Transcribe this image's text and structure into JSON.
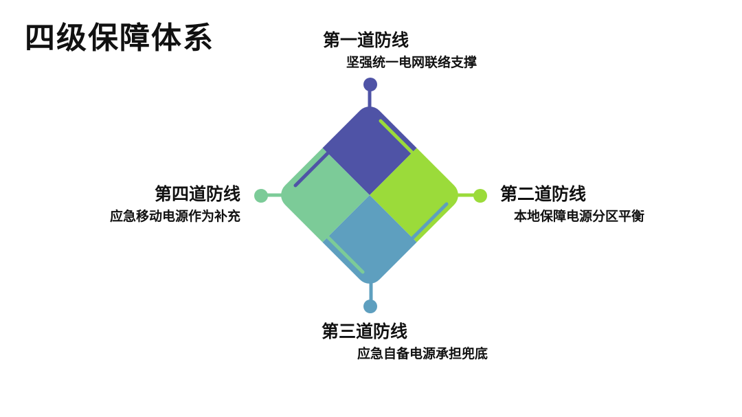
{
  "page": {
    "title": "四级保障体系"
  },
  "defense_lines": [
    {
      "title": "第一道防线",
      "subtitle": "坚强统一电网联络支撑",
      "color": "#4f53a6"
    },
    {
      "title": "第二道防线",
      "subtitle": "本地保障电源分区平衡",
      "color": "#9bdb3a"
    },
    {
      "title": "第三道防线",
      "subtitle": "应急自备电源承担兜底",
      "color": "#5e9fbf"
    },
    {
      "title": "第四道防线",
      "subtitle": "应急移动电源作为补充",
      "color": "#7ccb98"
    }
  ]
}
